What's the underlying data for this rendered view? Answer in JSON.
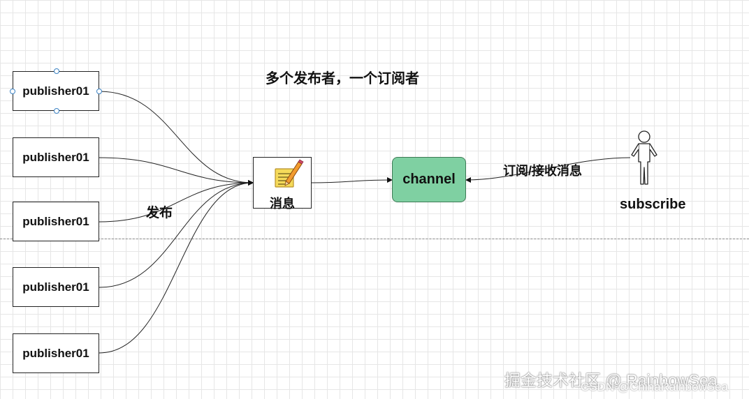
{
  "diagram": {
    "title": "多个发布者，一个订阅者",
    "publishers": [
      {
        "label": "publisher01",
        "selected": true
      },
      {
        "label": "publisher01",
        "selected": false
      },
      {
        "label": "publisher01",
        "selected": false
      },
      {
        "label": "publisher01",
        "selected": false
      },
      {
        "label": "publisher01",
        "selected": false
      }
    ],
    "publish_edge_label": "发布",
    "message_node": {
      "label": "消息",
      "icon": "memo-pencil-icon"
    },
    "channel_node": {
      "label": "channel",
      "color": "#7fd0a2"
    },
    "subscribe_edge_label": "订阅/接收消息",
    "subscriber": {
      "label": "subscribe",
      "icon": "stick-figure-actor-icon"
    }
  },
  "watermark": {
    "main": "掘金技术社区 @ RainbowSea",
    "sub": "CSDN @ChinaRainbowSea"
  }
}
